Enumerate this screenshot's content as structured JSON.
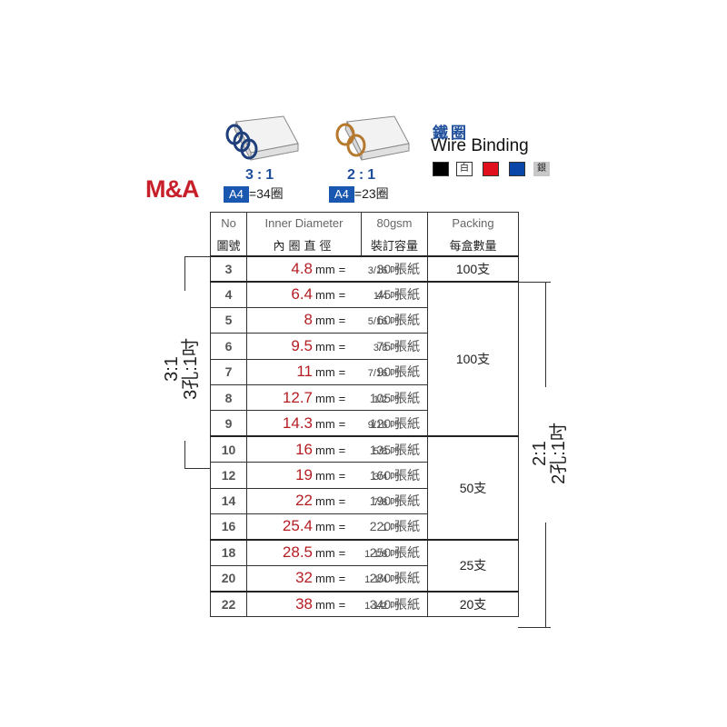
{
  "brand": "M&A",
  "products": [
    {
      "ratio": "3:1",
      "paper": "A4",
      "count": "=34圈",
      "color": "#1f3f7a"
    },
    {
      "ratio": "2:1",
      "paper": "A4",
      "count": "=23圈",
      "color": "#b5782c"
    }
  ],
  "title": {
    "cn": "鐵圈",
    "en": "Wire Binding"
  },
  "colors": [
    {
      "name": "black",
      "hex": "#000000",
      "label": ""
    },
    {
      "name": "white",
      "hex": "#ffffff",
      "label": "白"
    },
    {
      "name": "red",
      "hex": "#e0101c",
      "label": ""
    },
    {
      "name": "blue",
      "hex": "#0a46a8",
      "label": ""
    },
    {
      "name": "silver",
      "hex": "#c8c8c8",
      "label": "銀"
    }
  ],
  "table": {
    "headers_en": [
      "No",
      "Inner Diameter",
      "80gsm",
      "Packing"
    ],
    "headers_cn": [
      "圖號",
      "內圈直徑",
      "裝訂容量",
      "每盒數量"
    ],
    "rows": [
      {
        "no": "3",
        "mm": "4.8",
        "inch": "3/16 吋",
        "cap": "30 張紙"
      },
      {
        "no": "4",
        "mm": "6.4",
        "inch": "1/4 吋",
        "cap": "45 張紙"
      },
      {
        "no": "5",
        "mm": "8",
        "inch": "5/16 吋",
        "cap": "60 張紙"
      },
      {
        "no": "6",
        "mm": "9.5",
        "inch": "3/8 吋",
        "cap": "75 張紙"
      },
      {
        "no": "7",
        "mm": "11",
        "inch": "7/16 吋",
        "cap": "90 張紙"
      },
      {
        "no": "8",
        "mm": "12.7",
        "inch": "1/2 吋",
        "cap": "105 張紙"
      },
      {
        "no": "9",
        "mm": "14.3",
        "inch": "9/16 吋",
        "cap": "120 張紙"
      },
      {
        "no": "10",
        "mm": "16",
        "inch": "5/8 吋",
        "cap": "135 張紙"
      },
      {
        "no": "12",
        "mm": "19",
        "inch": "3/4 吋",
        "cap": "160 張紙"
      },
      {
        "no": "14",
        "mm": "22",
        "inch": "7/8 吋",
        "cap": "190 張紙"
      },
      {
        "no": "16",
        "mm": "25.4",
        "inch": "1 吋",
        "cap": "220 張紙"
      },
      {
        "no": "18",
        "mm": "28.5",
        "inch": "1-1/8 吋",
        "cap": "250 張紙"
      },
      {
        "no": "20",
        "mm": "32",
        "inch": "1-1/4 吋",
        "cap": "280 張紙"
      },
      {
        "no": "22",
        "mm": "38",
        "inch": "1-1/2 吋",
        "cap": "340 張紙"
      }
    ],
    "mm_unit": "mm",
    "equals": "=",
    "packing": [
      {
        "label": "100支",
        "rows": 1
      },
      {
        "label": "100支",
        "rows": 6
      },
      {
        "label": "50支",
        "rows": 4
      },
      {
        "label": "25支",
        "rows": 2
      },
      {
        "label": "20支",
        "rows": 1
      }
    ]
  },
  "brackets": {
    "left": {
      "line1": "3:1",
      "line2": "3孔:1吋"
    },
    "right": {
      "line1": "2:1",
      "line2": "2孔:1吋"
    }
  }
}
